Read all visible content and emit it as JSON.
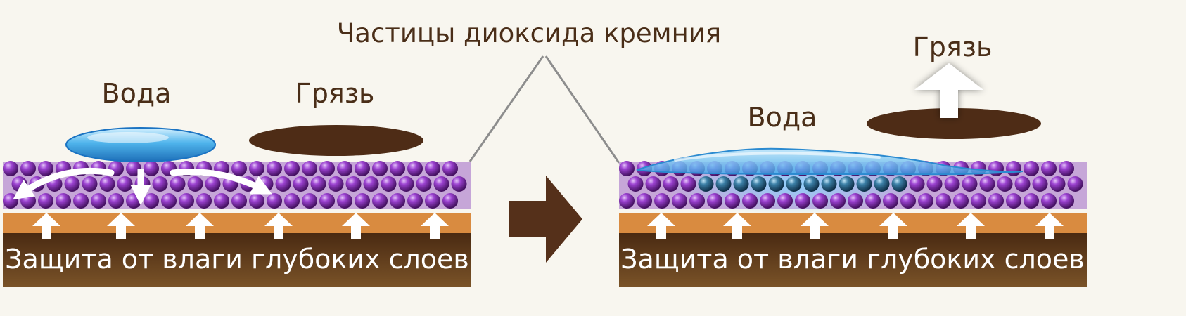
{
  "labels": {
    "silica_particles": "Частицы диоксида кремния",
    "water_left": "Вода",
    "dirt_left": "Грязь",
    "water_right": "Вода",
    "dirt_right": "Грязь",
    "base_left": "Защита от влаги глубоких слоев",
    "base_right": "Защита от влаги глубоких слоев"
  },
  "icons": {
    "transition": "arrow-right-icon",
    "lift": "arrow-up-icon",
    "moisture": "arrow-up-icon",
    "spread": "curved-arrow-icon"
  },
  "colors": {
    "background": "#f8f6ef",
    "text": "#4a2e18",
    "particle": "#7a2aa8",
    "particle_layer": "#c6a6d8",
    "orange_layer": "#d98b40",
    "brown_layer": "#5c3a1d",
    "dirt": "#4e2c16",
    "water": "#4fb4ec"
  }
}
